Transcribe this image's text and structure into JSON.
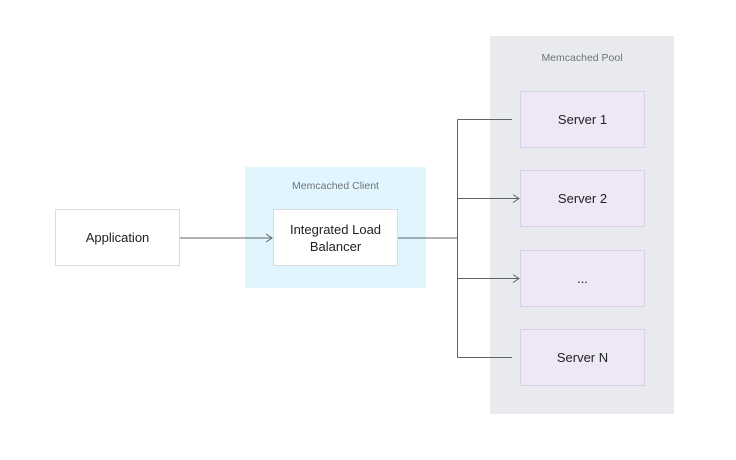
{
  "application": {
    "label": "Application"
  },
  "client": {
    "title": "Memcached Client",
    "balancer_label": "Integrated Load Balancer"
  },
  "pool": {
    "title": "Memcached Pool",
    "servers": [
      {
        "label": "Server 1"
      },
      {
        "label": "Server 2"
      },
      {
        "label": "..."
      },
      {
        "label": "Server N"
      }
    ]
  },
  "colors": {
    "client_bg": "#e1f5fe",
    "pool_bg": "#e8eaed",
    "server_bg": "#ede7f6",
    "line": "#5f6368"
  }
}
